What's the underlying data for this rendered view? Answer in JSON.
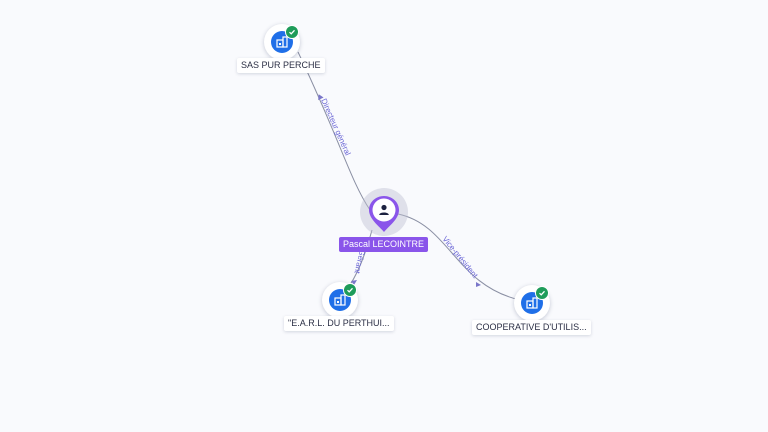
{
  "graph": {
    "center": {
      "name": "Pascal LECOINTRE",
      "icon": "person-icon",
      "color": "#8a55ea"
    },
    "companies": [
      {
        "name": "SAS PUR PERCHE",
        "icon": "building-icon",
        "verified_icon": "check-icon",
        "color": "#1f6fe8"
      },
      {
        "name": "\"E.A.R.L. DU PERTHUI...",
        "icon": "building-icon",
        "verified_icon": "check-icon",
        "color": "#1f6fe8"
      },
      {
        "name": "COOPERATIVE D'UTILIS...",
        "icon": "building-icon",
        "verified_icon": "check-icon",
        "color": "#1f6fe8"
      }
    ],
    "relations": [
      {
        "label": "Directeur général",
        "from": "Pascal LECOINTRE",
        "to": "SAS PUR PERCHE"
      },
      {
        "label": "Gérant",
        "from": "Pascal LECOINTRE",
        "to": "\"E.A.R.L. DU PERTHUI..."
      },
      {
        "label": "Vice-président",
        "from": "Pascal LECOINTRE",
        "to": "COOPERATIVE D'UTILIS..."
      }
    ],
    "verified_color": "#1e9c5a",
    "relation_label_color": "#6b66d6"
  }
}
